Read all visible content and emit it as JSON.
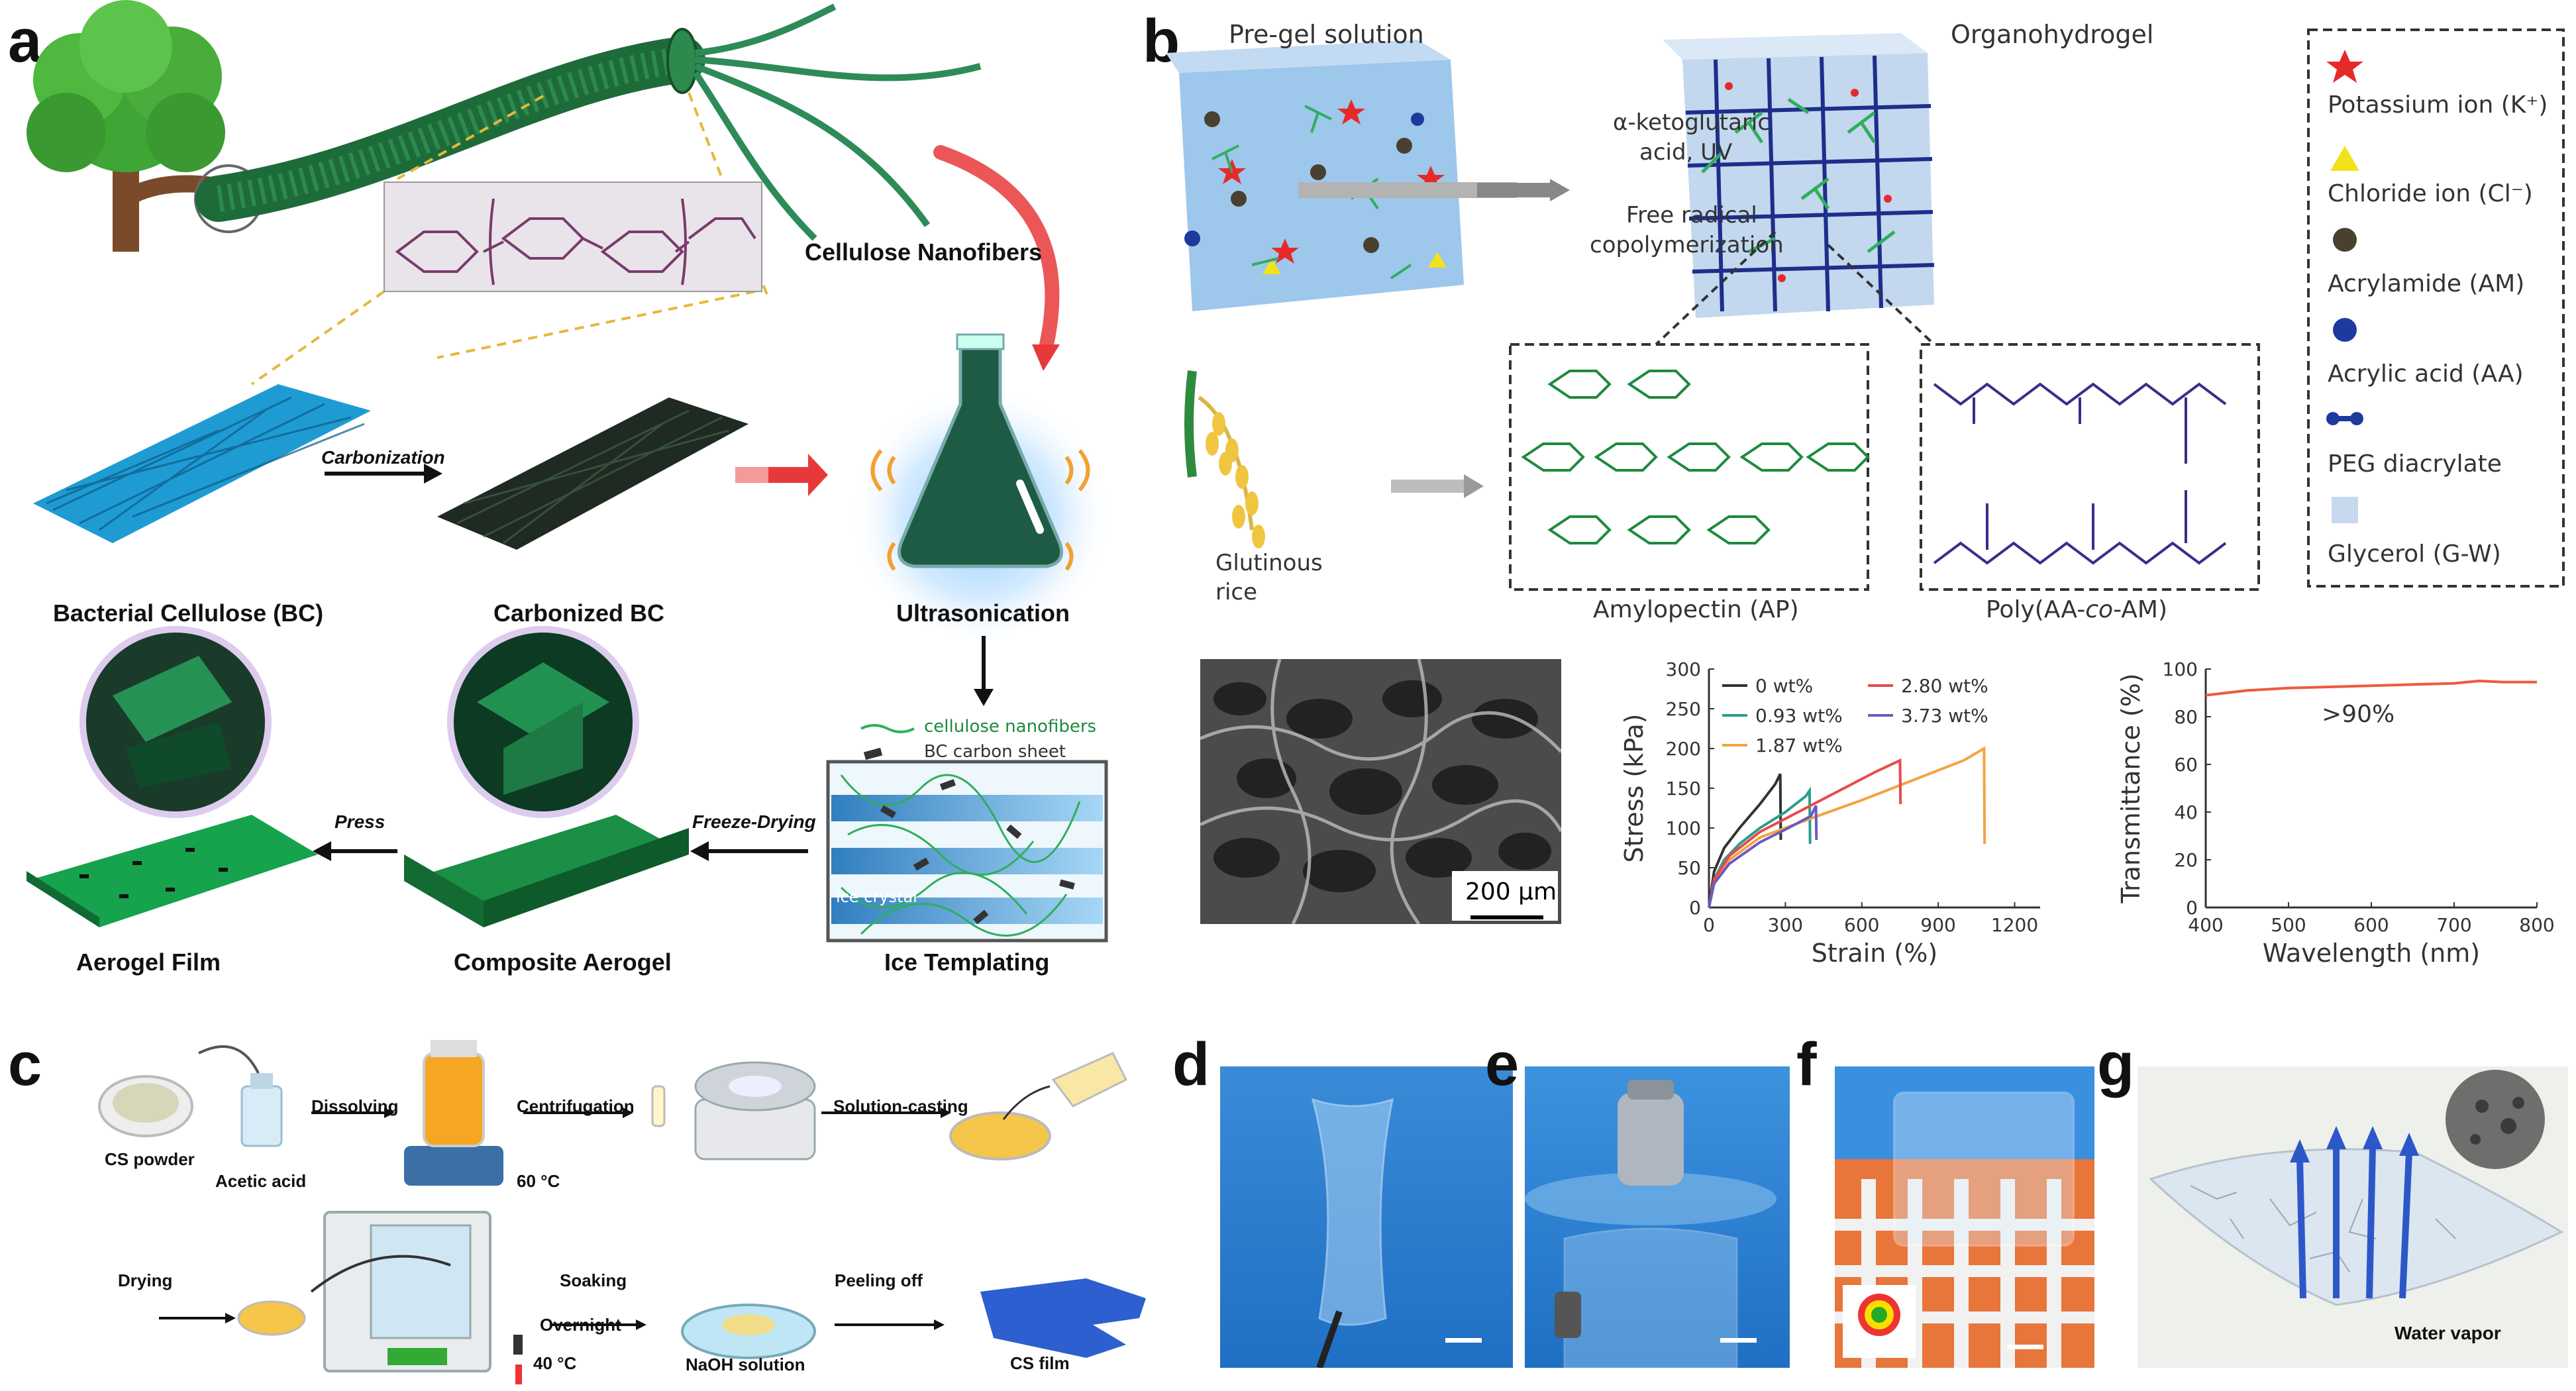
{
  "panels": {
    "a": {
      "letter": "a",
      "cellulose_nanofibers": "Cellulose Nanofibers",
      "bacterial_cellulose": "Bacterial Cellulose (BC)",
      "carbonization": "Carbonization",
      "carbonized_bc": "Carbonized BC",
      "ultrasonication": "Ultrasonication",
      "legend_nanofibers": "cellulose nanofibers",
      "legend_carbon_sheet": "BC carbon sheet",
      "ice_crystal": "ice crystal",
      "ice_templating": "Ice Templating",
      "freeze_drying": "Freeze-Drying",
      "composite_aerogel": "Composite Aerogel",
      "press": "Press",
      "aerogel_film": "Aerogel Film",
      "colors": {
        "fiber_green": "#1e6b3a",
        "bc_blue": "#1f9bd3",
        "carbon": "#1f2a22",
        "film_green": "#17a24e",
        "arrow_red": "#e8393a"
      }
    },
    "b": {
      "letter": "b",
      "pregel": "Pre-gel solution",
      "organohydrogel": "Organohydrogel",
      "reaction_line1": "α-ketoglutaric",
      "reaction_line2": "acid, UV",
      "reaction_line3": "Free radical",
      "reaction_line4": "copolymerization",
      "glutinous_line1": "Glutinous",
      "glutinous_line2": "rice",
      "amylopectin": "Amylopectin (AP)",
      "poly_prefix": "Poly(AA-",
      "poly_co": "co",
      "poly_suffix": "-AM)",
      "scale_bar": "200 μm",
      "legend": [
        {
          "symbol": "star",
          "color": "#e62a2a",
          "label": "Potassium ion (K⁺)"
        },
        {
          "symbol": "triangle",
          "color": "#f2e21b",
          "label": "Chloride ion (Cl⁻)"
        },
        {
          "symbol": "ball",
          "color": "#4a4030",
          "label": "Acrylamide (AM)"
        },
        {
          "symbol": "ball",
          "color": "#1d3a9e",
          "label": "Acrylic acid (AA)"
        },
        {
          "symbol": "dumbbell",
          "color": "#1d3a9e",
          "label": "PEG diacrylate"
        },
        {
          "symbol": "square",
          "color": "#c7d8ee",
          "label": "Glycerol (G-W)"
        }
      ]
    },
    "c": {
      "letter": "c",
      "cs_powder": "CS powder",
      "acetic_acid": "Acetic acid",
      "dissolving": "Dissolving",
      "temp_60": "60 °C",
      "centrifugation": "Centrifugation",
      "solution_casting": "Solution-casting",
      "drying": "Drying",
      "temp_40": "40 °C",
      "soaking": "Soaking",
      "overnight": "Overnight",
      "naoh": "NaOH solution",
      "peeling_off": "Peeling off",
      "cs_film": "CS film"
    },
    "d": {
      "letter": "d"
    },
    "e": {
      "letter": "e"
    },
    "f": {
      "letter": "f"
    },
    "g": {
      "letter": "g",
      "water_vapor": "Water vapor"
    }
  },
  "chart_data": [
    {
      "type": "line",
      "xlabel": "Strain (%)",
      "ylabel": "Stress (kPa)",
      "xlim": [
        0,
        1300
      ],
      "ylim": [
        0,
        300
      ],
      "xticks": [
        "0",
        "300",
        "600",
        "900",
        "1200"
      ],
      "yticks": [
        "0",
        "50",
        "100",
        "150",
        "200",
        "250",
        "300"
      ],
      "legend_placement": "top",
      "series": [
        {
          "name": "0 wt%",
          "color": "#333333",
          "x": [
            0,
            20,
            60,
            120,
            200,
            260,
            280,
            282
          ],
          "y": [
            0,
            45,
            75,
            100,
            130,
            155,
            168,
            85
          ]
        },
        {
          "name": "0.93 wt%",
          "color": "#2a9d8f",
          "x": [
            0,
            20,
            60,
            120,
            200,
            300,
            380,
            395,
            397
          ],
          "y": [
            0,
            35,
            60,
            80,
            100,
            120,
            140,
            147,
            80
          ]
        },
        {
          "name": "1.87 wt%",
          "color": "#f4a340",
          "x": [
            0,
            20,
            80,
            200,
            400,
            600,
            800,
            1000,
            1080,
            1082
          ],
          "y": [
            0,
            30,
            60,
            88,
            112,
            135,
            160,
            185,
            200,
            80
          ]
        },
        {
          "name": "2.80 wt%",
          "color": "#e84a4a",
          "x": [
            0,
            20,
            80,
            200,
            350,
            500,
            650,
            730,
            750,
            752
          ],
          "y": [
            0,
            35,
            65,
            95,
            120,
            145,
            170,
            182,
            185,
            130
          ]
        },
        {
          "name": "3.73 wt%",
          "color": "#6a5ac2",
          "x": [
            0,
            20,
            80,
            200,
            300,
            400,
            420,
            422
          ],
          "y": [
            0,
            30,
            55,
            82,
            98,
            115,
            128,
            85
          ]
        }
      ]
    },
    {
      "type": "line",
      "xlabel": "Wavelength (nm)",
      "ylabel": "Transmittance (%)",
      "xlim": [
        400,
        800
      ],
      "ylim": [
        0,
        100
      ],
      "xticks": [
        "400",
        "500",
        "600",
        "700",
        "800"
      ],
      "yticks": [
        "0",
        "20",
        "40",
        "60",
        "80",
        "100"
      ],
      "annotation": ">90%",
      "series": [
        {
          "color": "#ef5a3a",
          "x": [
            400,
            450,
            500,
            550,
            600,
            650,
            700,
            730,
            760,
            800
          ],
          "y": [
            89,
            91,
            92,
            92.5,
            93,
            93.5,
            94,
            95,
            94.5,
            94.5
          ]
        }
      ]
    }
  ]
}
